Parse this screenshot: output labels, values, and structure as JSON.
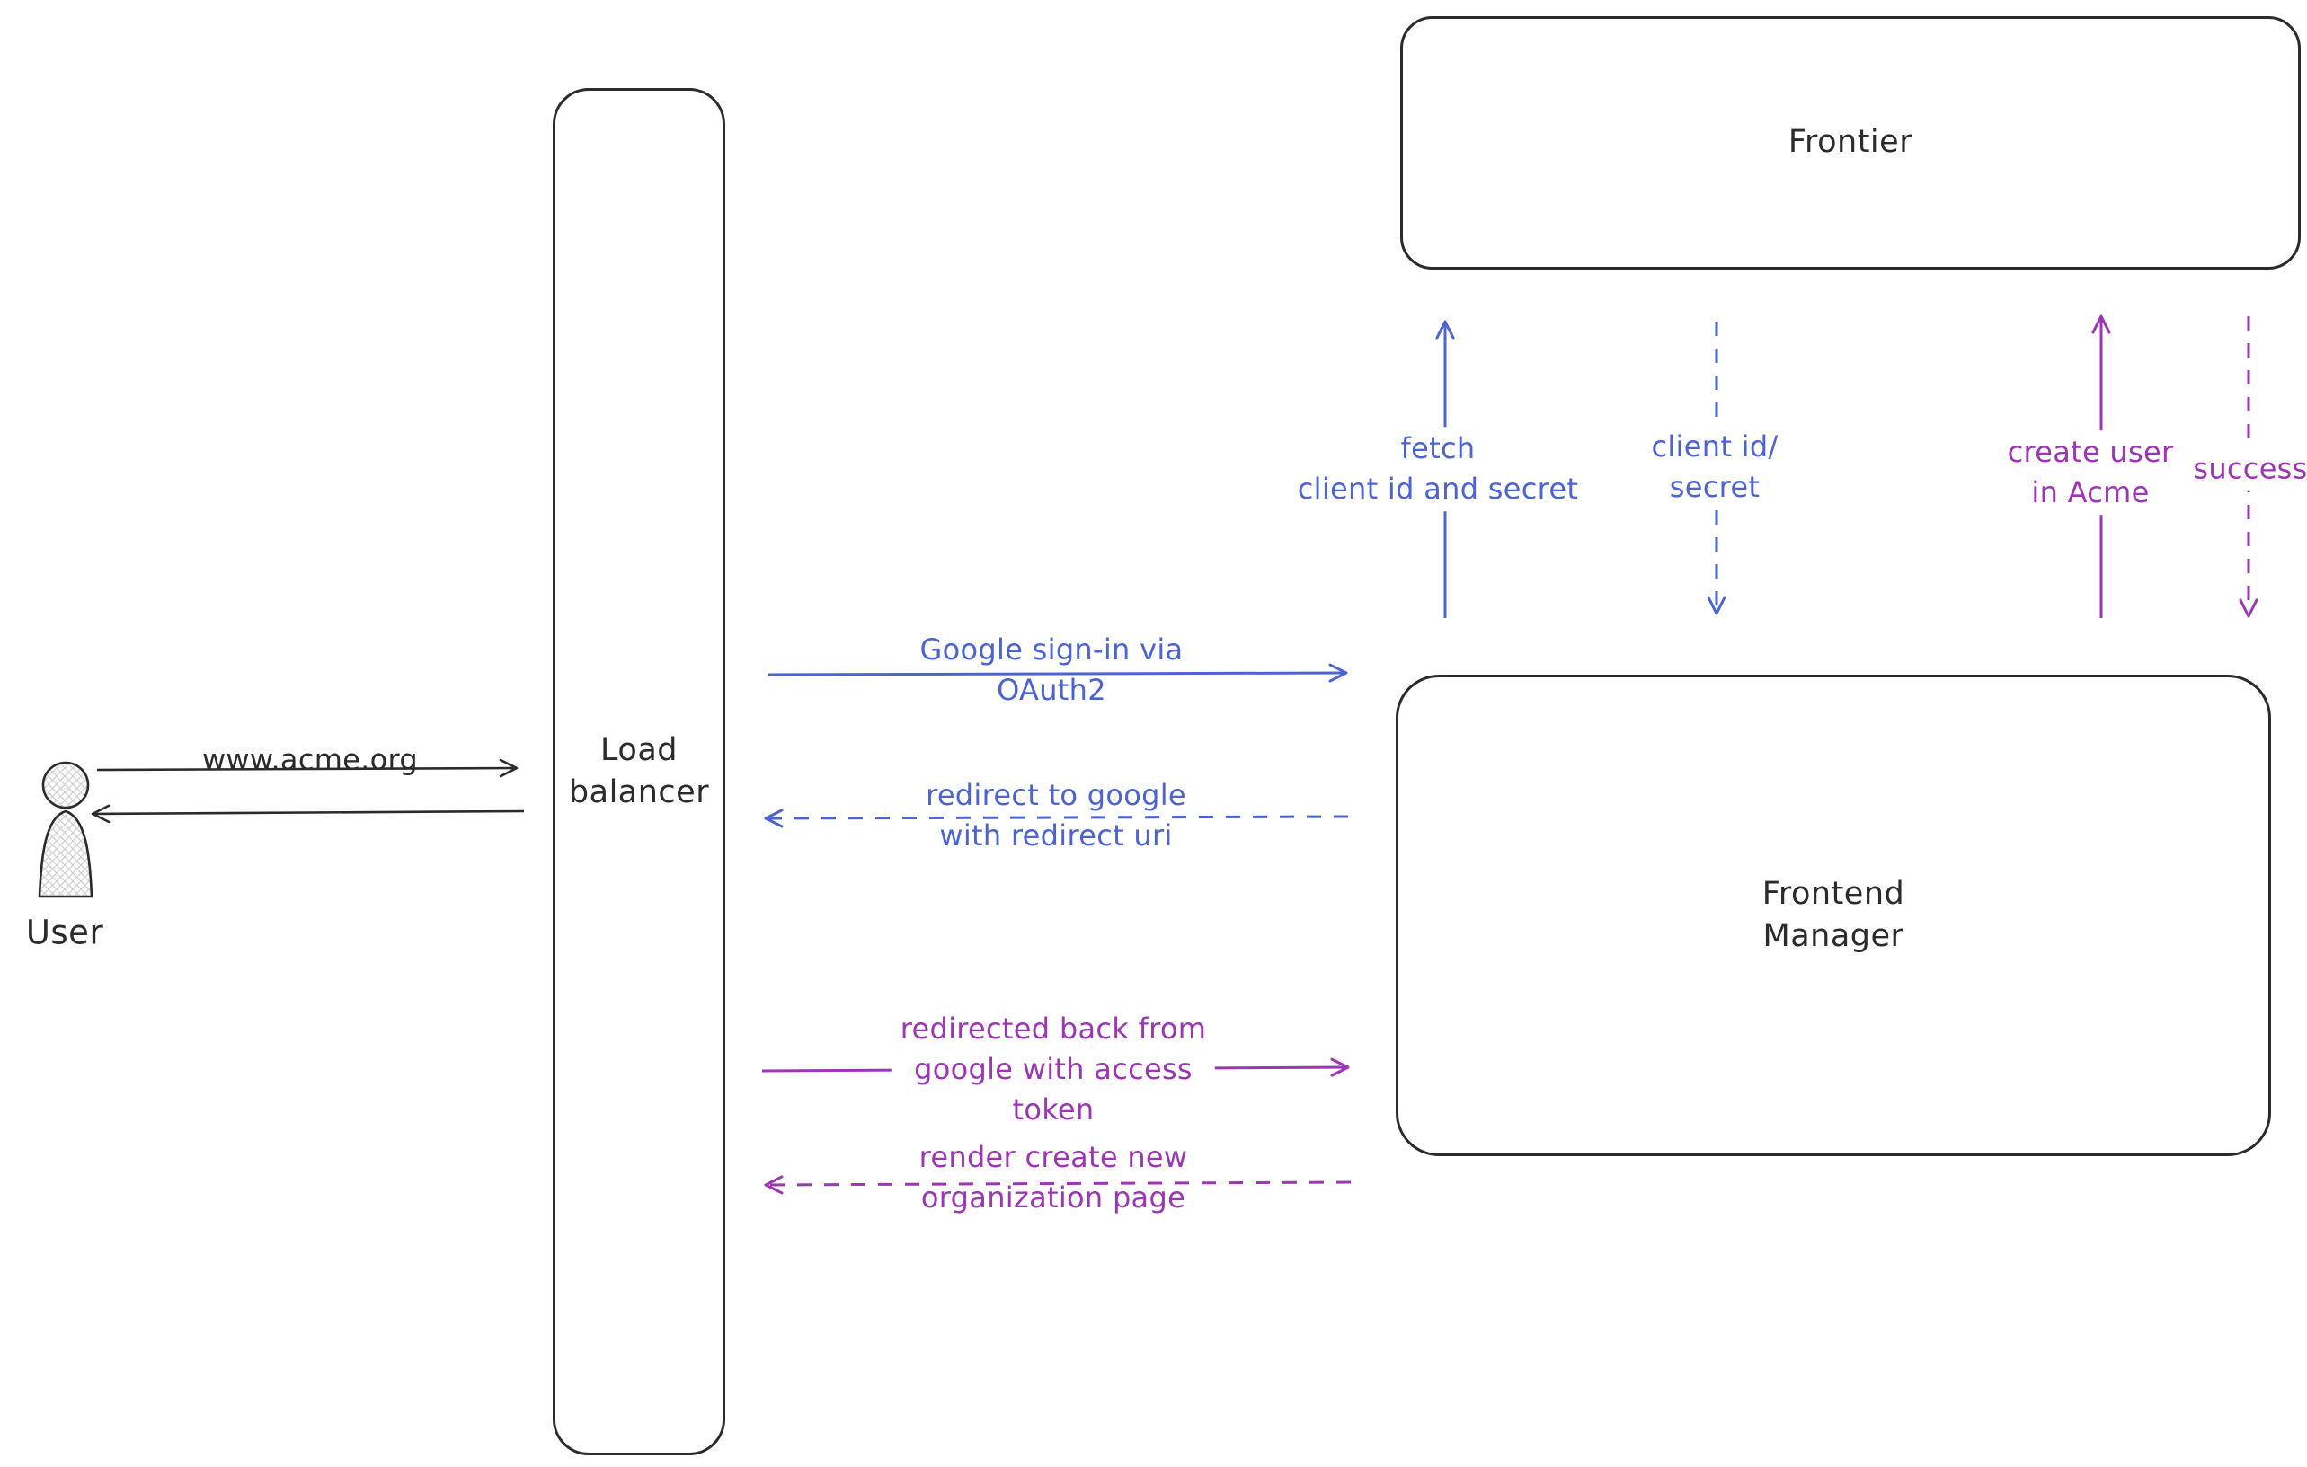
{
  "colors": {
    "ink": "#2b2b2b",
    "blue": "#4c63d2",
    "purple": "#9c36b5",
    "hatch": "#cfcfcf"
  },
  "nodes": {
    "user": {
      "label": "User"
    },
    "load_balancer": {
      "label": "Load\nbalancer"
    },
    "frontier": {
      "label": "Frontier"
    },
    "frontend_manager": {
      "label": "Frontend\nManager"
    }
  },
  "edges": {
    "www_acme": {
      "label": "www.acme.org",
      "style": "solid",
      "color": "ink"
    },
    "google_signin": {
      "label": "Google sign-in via\nOAuth2",
      "style": "solid",
      "color": "blue"
    },
    "redirect_google": {
      "label": "redirect to google\nwith redirect uri",
      "style": "dashed",
      "color": "blue"
    },
    "redirected_back": {
      "label": "redirected back from\ngoogle with access\ntoken",
      "style": "solid",
      "color": "purple"
    },
    "render_page": {
      "label": "render create new\norganization page",
      "style": "dashed",
      "color": "purple"
    },
    "fetch_secret": {
      "label": "fetch\nclient id and secret",
      "style": "solid",
      "color": "blue"
    },
    "client_id_secret": {
      "label": "client id/\nsecret",
      "style": "dashed",
      "color": "blue"
    },
    "create_user": {
      "label": "create user\nin Acme",
      "style": "solid",
      "color": "purple"
    },
    "success": {
      "label": "success",
      "style": "dashed",
      "color": "purple"
    }
  }
}
